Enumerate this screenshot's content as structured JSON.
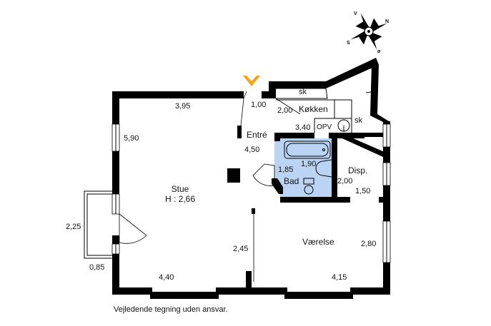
{
  "rooms": {
    "stue": {
      "name": "Stue",
      "height": "H : 2,66"
    },
    "entre": {
      "name": "Entré"
    },
    "kokken": {
      "name": "Køkken"
    },
    "bad": {
      "name": "Bad"
    },
    "disp": {
      "name": "Disp."
    },
    "vaerelse": {
      "name": "Værelse"
    }
  },
  "fixtures": {
    "sk_top": "sk",
    "sk_right": "sk",
    "opv": "OPV"
  },
  "dimensions": {
    "d_395": "3,95",
    "d_100": "1,00",
    "d_200a": "2,00",
    "d_590": "5,90",
    "d_340": "3,40",
    "d_450": "4,50",
    "d_185": "1,85",
    "d_190": "1,90",
    "d_200b": "2,00",
    "d_150": "1,50",
    "d_225": "2,25",
    "d_245": "2,45",
    "d_280": "2,80",
    "d_085": "0,85",
    "d_440": "4,40",
    "d_415": "4,15"
  },
  "compass": {
    "v": "V",
    "n": "N",
    "s": "S",
    "o": "ø"
  },
  "disclaimer": "Vejledende tegning uden ansvar.",
  "colors": {
    "bathroom": "#bcd4f4",
    "entrance_marker": "#f2a516",
    "wall": "#000000"
  }
}
